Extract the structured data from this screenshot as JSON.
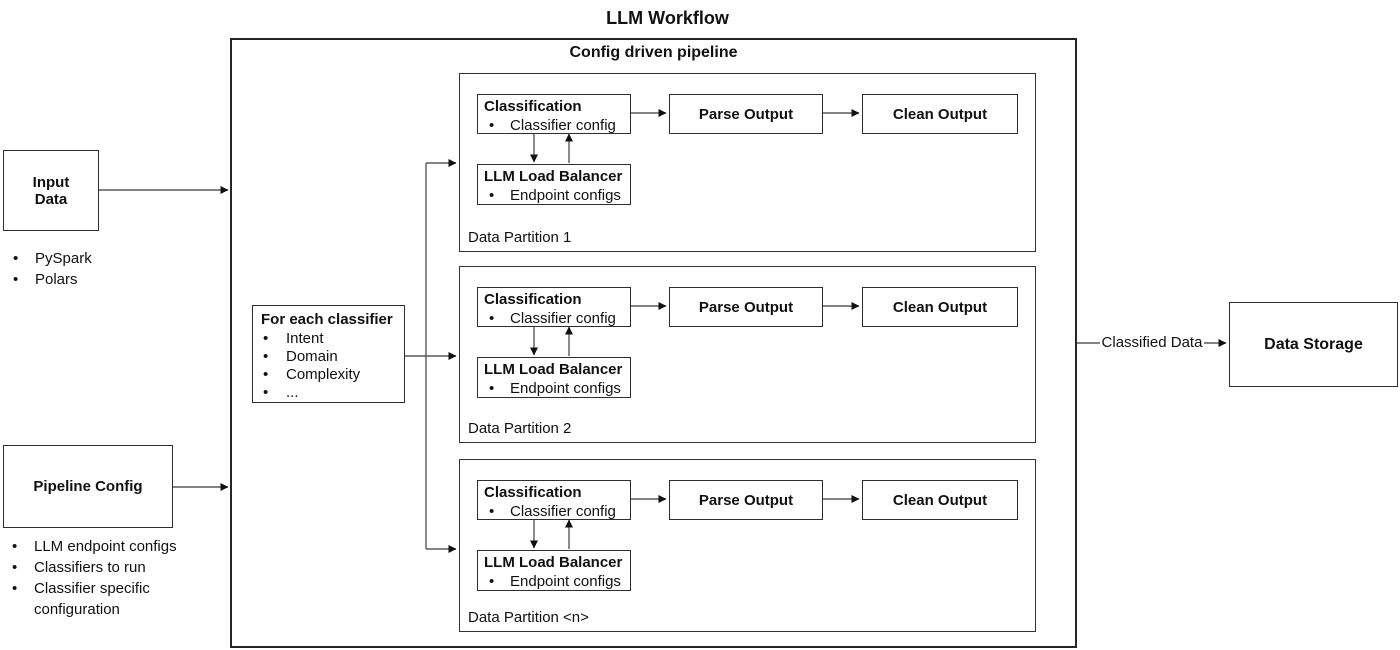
{
  "title": "LLM Workflow",
  "input_data": {
    "title": "Input Data",
    "items": [
      "PySpark",
      "Polars"
    ]
  },
  "pipeline_config": {
    "title": "Pipeline Config",
    "items": [
      "LLM endpoint configs",
      "Classifiers to run",
      "Classifier specific configuration"
    ]
  },
  "pipeline": {
    "title": "Config driven pipeline",
    "for_each": {
      "title": "For each classifier",
      "items": [
        "Intent",
        "Domain",
        "Complexity",
        "..."
      ]
    },
    "partitions": [
      {
        "label": "Data Partition 1",
        "classification": {
          "title": "Classification",
          "item": "Classifier config"
        },
        "load_balancer": {
          "title": "LLM Load Balancer",
          "item": "Endpoint configs"
        },
        "parse_label": "Parse Output",
        "clean_label": "Clean Output"
      },
      {
        "label": "Data Partition 2",
        "classification": {
          "title": "Classification",
          "item": "Classifier config"
        },
        "load_balancer": {
          "title": "LLM Load Balancer",
          "item": "Endpoint configs"
        },
        "parse_label": "Parse Output",
        "clean_label": "Clean Output"
      },
      {
        "label": "Data Partition <n>",
        "classification": {
          "title": "Classification",
          "item": "Classifier config"
        },
        "load_balancer": {
          "title": "LLM Load Balancer",
          "item": "Endpoint configs"
        },
        "parse_label": "Parse Output",
        "clean_label": "Clean Output"
      }
    ]
  },
  "output": {
    "arrow_label": "Classified Data",
    "storage_title": "Data Storage"
  },
  "bullet_glyph": "•",
  "colors": {
    "background": "#ffffff",
    "box_border": "#2e2e2e",
    "connector_line": "#5a5a5a",
    "arrowhead": "#111111",
    "text": "#111111"
  }
}
